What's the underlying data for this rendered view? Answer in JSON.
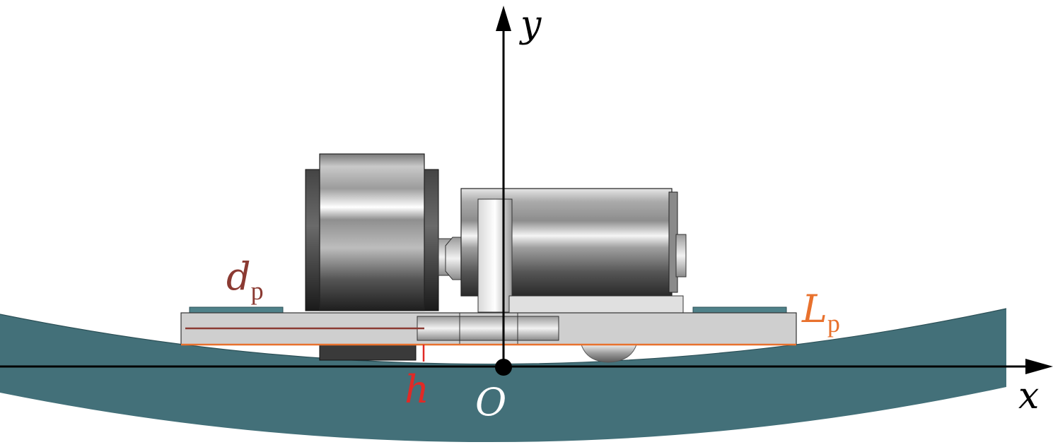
{
  "labels": {
    "y_axis": "y",
    "x_axis": "x",
    "origin": "O",
    "h": "h",
    "dp_main": "d",
    "dp_sub": "p",
    "lp_main": "L",
    "lp_sub": "p"
  },
  "colors": {
    "pipe": "#437079",
    "pipe_edge": "#2b4f56",
    "plate": "#cfcfcf",
    "d_p": "#8b3a32",
    "L_p": "#e8712d",
    "h": "#e02a26",
    "axis": "#000000",
    "origin_label": "#ffffff"
  }
}
